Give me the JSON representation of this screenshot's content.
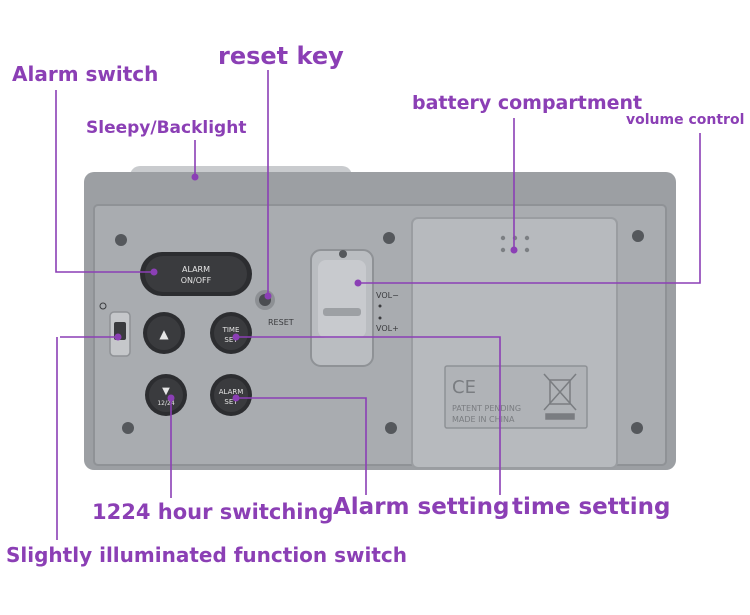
{
  "callouts": {
    "alarm_switch": "Alarm switch",
    "reset_key": "reset key",
    "sleepy_backlight": "Sleepy/Backlight",
    "battery_compartment": "battery compartment",
    "volume_control": "volume control",
    "hour_switching": "1224 hour switching",
    "alarm_setting": "Alarm setting",
    "time_setting": "time setting",
    "function_switch": "Slightly illuminated function switch"
  },
  "device": {
    "alarm_button_line1": "ALARM",
    "alarm_button_line2": "ON/OFF",
    "reset_label": "RESET",
    "time_set_line1": "TIME",
    "time_set_line2": "SET",
    "alarm_set_line1": "ALARM",
    "alarm_set_line2": "SET",
    "hour_button_label": "12/24",
    "up_glyph": "▲",
    "down_glyph": "▼",
    "vol_minus": "VOL−",
    "vol_plus": "VOL+",
    "ce_mark": "CE",
    "patent_text": "PATENT PENDING",
    "made_in_text": "MADE IN CHINA"
  },
  "colors": {
    "callout": "#8b3fb5",
    "device_body": "#9c9fa3",
    "panel": "#a9acb0",
    "button": "#3a3b3e"
  }
}
